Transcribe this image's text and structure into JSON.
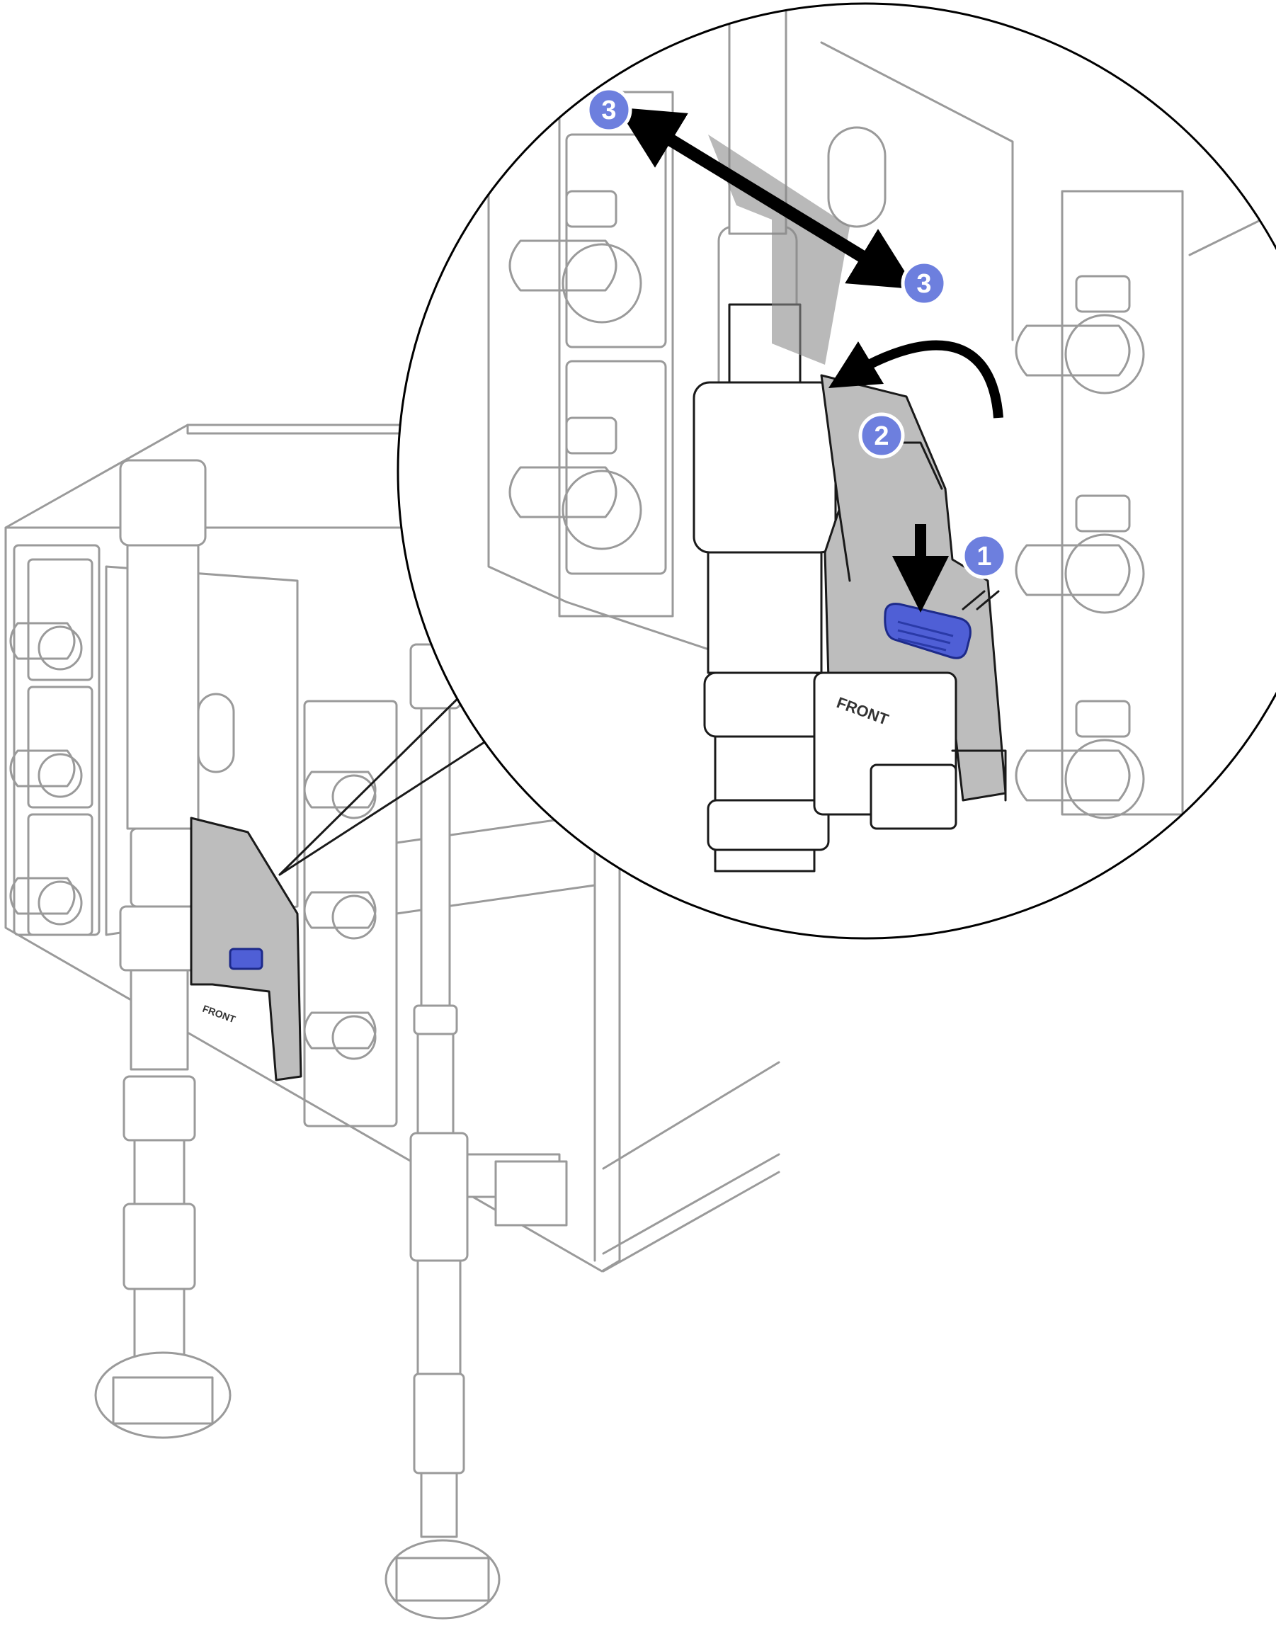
{
  "callouts": [
    {
      "id": "step-1",
      "label": "1"
    },
    {
      "id": "step-2",
      "label": "2"
    },
    {
      "id": "step-3a",
      "label": "3"
    },
    {
      "id": "step-3b",
      "label": "3"
    }
  ],
  "labels": {
    "front_detail": "FRONT",
    "front_overview": "FRONT"
  },
  "colors": {
    "callout_fill": "#6d7fde",
    "latch_blue": "#4f5fd6",
    "bracket_gray": "#bdbdbd",
    "outline": "#1a1a1a",
    "background_lines": "#9a9a9a"
  }
}
